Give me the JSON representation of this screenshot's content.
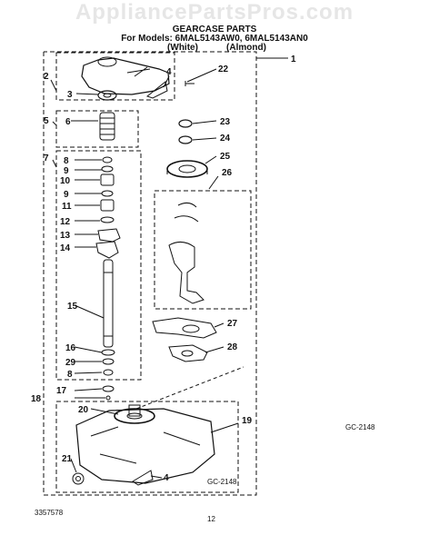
{
  "watermark": "AppliancePartsPros.com",
  "header": {
    "title": "GEARCASE PARTS",
    "models_line": "For Models: 6MAL5143AW0, 6MAL5143AN0",
    "color_white": "(White)",
    "color_almond": "(Almond)"
  },
  "callouts": [
    "1",
    "2",
    "3",
    "4",
    "5",
    "6",
    "7",
    "8",
    "9",
    "10",
    "9",
    "11",
    "12",
    "13",
    "14",
    "15",
    "16",
    "29",
    "8",
    "17",
    "18",
    "20",
    "19",
    "21",
    "4",
    "22",
    "23",
    "24",
    "25",
    "26",
    "27",
    "28"
  ],
  "footer": {
    "doc_number": "3357578",
    "page_number": "12",
    "gc_code_right": "GC-2148",
    "gc_code_bottom": "GC-2148"
  },
  "colors": {
    "line": "#111111",
    "background": "#ffffff",
    "watermark": "#e6e6e6"
  }
}
